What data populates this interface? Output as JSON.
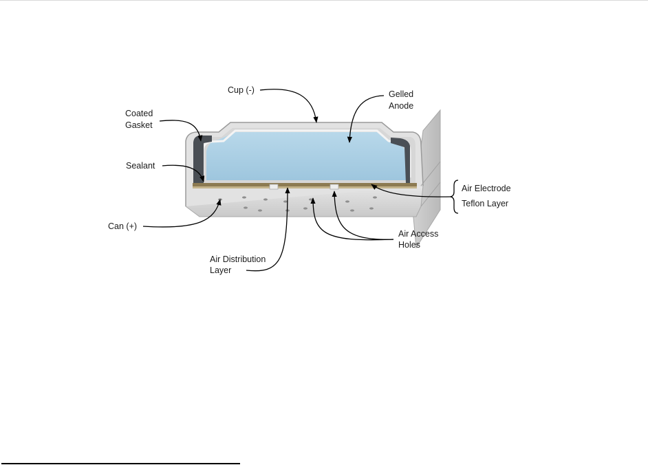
{
  "labels": {
    "cup": "Cup (-)",
    "gelled_anode_1": "Gelled",
    "gelled_anode_2": "Anode",
    "coated_gasket_1": "Coated",
    "coated_gasket_2": "Gasket",
    "sealant": "Sealant",
    "air_electrode": "Air Electrode",
    "teflon_layer": "Teflon Layer",
    "can": "Can (+)",
    "air_access_holes_1": "Air Access",
    "air_access_holes_2": "Holes",
    "air_distribution_layer_1": "Air Distribution",
    "air_distribution_layer_2": "Layer"
  },
  "colors": {
    "anode": "#a9cde3",
    "cell_body": "#dcdcdc",
    "gasket": "#4a4f55",
    "electrode_layer": "#8c7a52"
  }
}
